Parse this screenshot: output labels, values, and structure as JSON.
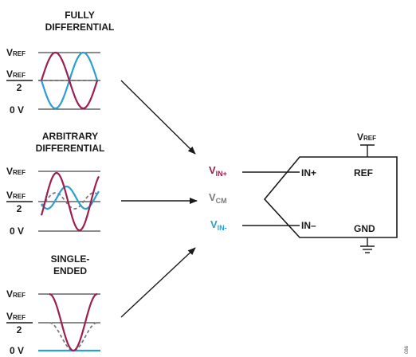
{
  "colors": {
    "maroon": "#9b1f4f",
    "blue": "#2a9fd0",
    "gray": "#7a7a7a",
    "line": "#1a1a1a"
  },
  "panels": {
    "fully": {
      "title_line1": "FULLY",
      "title_line2": "DIFFERENTIAL"
    },
    "arbitrary": {
      "title_line1": "ARBITRARY",
      "title_line2": "DIFFERENTIAL"
    },
    "single": {
      "title_line1": "SINGLE-",
      "title_line2": "ENDED"
    }
  },
  "levels": {
    "v": "V",
    "ref_sub": "REF",
    "half_den": "2",
    "zero": "0 V"
  },
  "inputs": {
    "vin_plus_main": "V",
    "vin_plus_sub": "IN+",
    "vcm_main": "V",
    "vcm_sub": "CM",
    "vin_minus_main": "V",
    "vin_minus_sub": "IN-"
  },
  "adc": {
    "in_plus": "IN+",
    "in_minus": "IN–",
    "ref": "REF",
    "gnd": "GND",
    "vref_main": "V",
    "vref_sub": "REF"
  },
  "figure_id": "086"
}
